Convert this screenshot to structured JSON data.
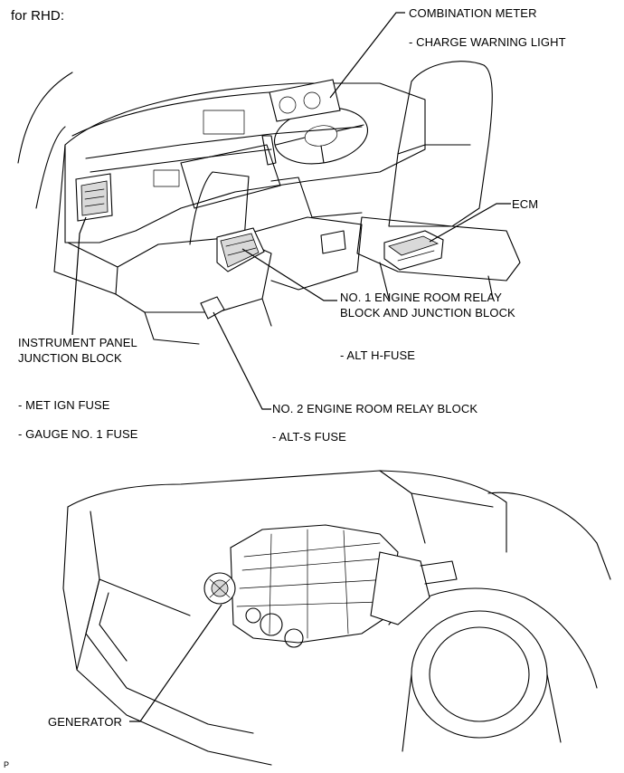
{
  "header": {
    "title": "for RHD:"
  },
  "labels": {
    "combination_meter": "COMBINATION METER",
    "charge_warning_light": "- CHARGE WARNING LIGHT",
    "ecm": "ECM",
    "no1_relay_line1": "NO. 1 ENGINE ROOM RELAY",
    "no1_relay_line2": "BLOCK AND JUNCTION BLOCK",
    "alt_h_fuse": "- ALT H-FUSE",
    "instrument_panel_line1": "INSTRUMENT PANEL",
    "instrument_panel_line2": "JUNCTION BLOCK",
    "met_ign_fuse": "- MET IGN FUSE",
    "gauge_no1_fuse": "- GAUGE NO. 1 FUSE",
    "no2_relay": "NO. 2 ENGINE ROOM RELAY BLOCK",
    "alt_s_fuse": "- ALT-S FUSE",
    "generator": "GENERATOR"
  },
  "footer": {
    "code": "P"
  }
}
